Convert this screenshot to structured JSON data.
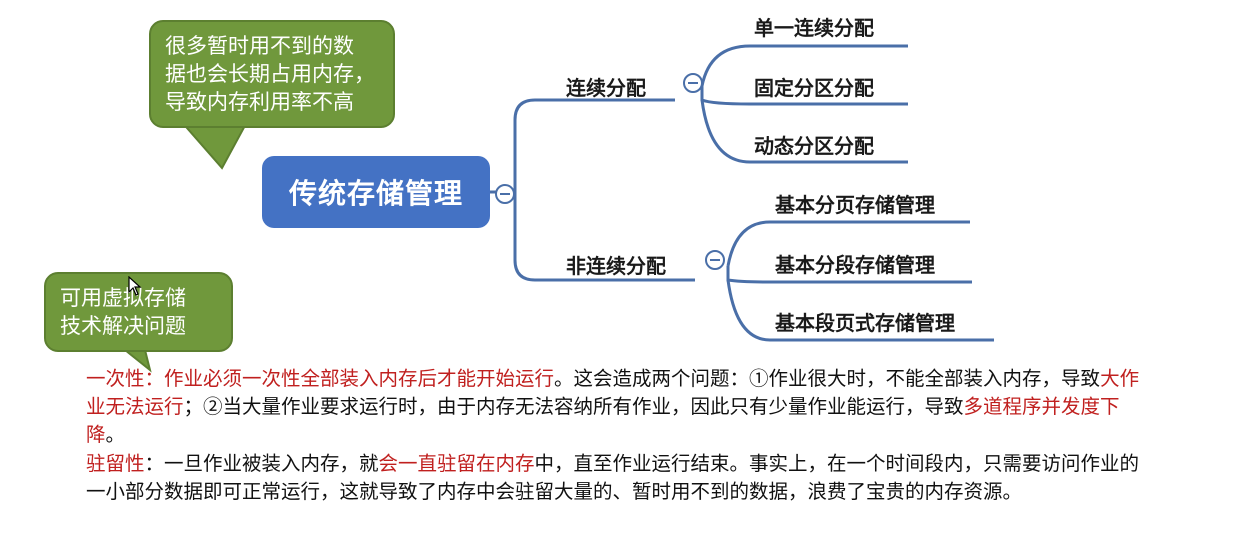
{
  "mindmap": {
    "root": "传统存储管理",
    "branches": [
      {
        "label": "连续分配",
        "leaves": [
          "单一连续分配",
          "固定分区分配",
          "动态分区分配"
        ]
      },
      {
        "label": "非连续分配",
        "leaves": [
          "基本分页存储管理",
          "基本分段存储管理",
          "基本段页式存储管理"
        ]
      }
    ],
    "colors": {
      "root": "#4472c4",
      "line": "#4a6fa8",
      "callout": "#70983c",
      "highlight": "#c0201f"
    }
  },
  "callouts": {
    "top": "很多暂时用不到的数\n据也会长期占用内存，\n导致内存利用率不高",
    "bottom": "可用虚拟存储\n技术解决问题"
  },
  "text": {
    "p1": {
      "term": "一次性",
      "colon": "：",
      "h1": "作业必须一次性全部装入内存后才能开始运行",
      "t1": "。这会造成两个问题：①作业很大时，不能全部装入内存，导致",
      "h2": "大作业无法运行",
      "t2": "；②当大量作业要求运行时，由于内存无法容纳所有作业，因此只有少量作业能运行，导致",
      "h3": "多道程序并发度下降",
      "t3": "。"
    },
    "p2": {
      "term": "驻留性",
      "t0": "：一旦作业被装入内存，就",
      "h1": "会一直驻留在内存",
      "t1": "中，直至作业运行结束。事实上，在一个时间段内，只需要访问作业的一小部分数据即可正常运行，这就导致了内存中会驻留大量的、暂时用不到的数据，浪费了宝贵的内存资源。"
    }
  }
}
